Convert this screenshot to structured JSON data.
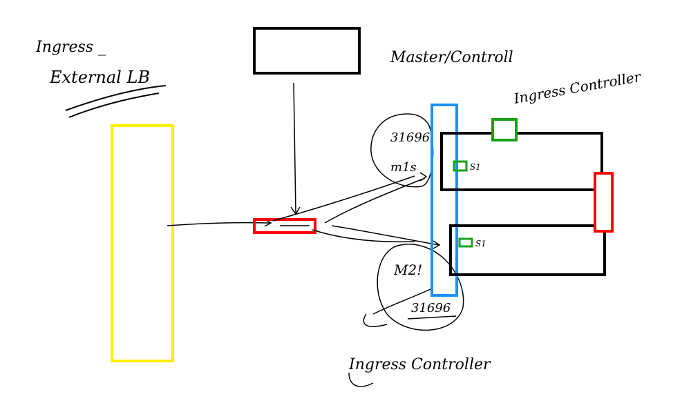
{
  "labels": {
    "external_lb": [
      "Ingress _",
      "External LB"
    ],
    "master": "Master/Controll",
    "ingress_controller_top": "Ingress Controller",
    "ingress_controller_bottom": "Ingress Controller",
    "port_top": "31696",
    "port_bottom": "31696",
    "m1": "m1s",
    "m2": "M2!",
    "s1_top": "S1",
    "s1_bottom": "S1"
  },
  "colors": {
    "ink": "#000000",
    "external_lb": "#ffee00",
    "nodeport_bus": "#1e90ff",
    "service_red": "#ff0000",
    "ingress_green": "#18a018"
  }
}
